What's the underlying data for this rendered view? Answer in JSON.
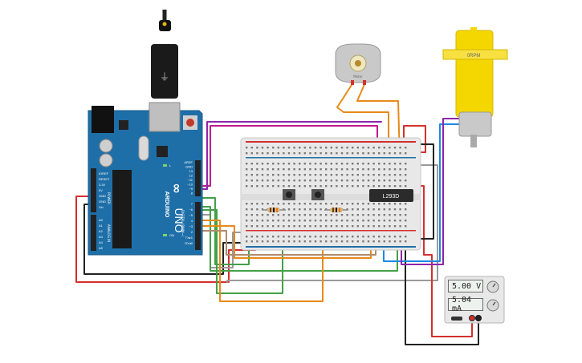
{
  "arduino": {
    "logo_text": "ARDUINO",
    "model": "UNO",
    "power_header_label": "POWER",
    "analog_header_label": "ANALOG IN",
    "digital_header_label": "DIGITAL (PWM~)",
    "power_pins": [
      "IOREF",
      "RESET",
      "3.3V",
      "5V",
      "GND",
      "GND",
      "Vin"
    ],
    "analog_pins": [
      "A0",
      "A1",
      "A2",
      "A3",
      "A4",
      "A5"
    ],
    "digital_pins_top": [
      "AREF",
      "GND",
      "13",
      "12",
      "~11",
      "~10",
      "~9",
      "8"
    ],
    "digital_pins_bottom": [
      "7",
      "~6",
      "~5",
      "4",
      "~3",
      "2",
      "TX▸1",
      "RX◂0"
    ],
    "on_label": "ON",
    "tx_label": "TX",
    "rx_label": "RX",
    "l_label": "L"
  },
  "breadboard": {
    "ic_label": "L293D"
  },
  "dc_motor": {
    "label": "Motor"
  },
  "gear_motor": {
    "rpm_label": "0RPM"
  },
  "power_supply": {
    "voltage_display": "5.00 V",
    "current_display": "5.04 mA"
  },
  "colors": {
    "board_blue": "#1e6fa8",
    "breadboard": "#e8e8e8",
    "motor_yellow": "#f4d600",
    "wire_red": "#d32f2f",
    "wire_orange": "#e68a1a",
    "wire_green": "#43a047",
    "wire_purple": "#8e24aa",
    "wire_magenta": "#c2188f",
    "wire_blue": "#1e88e5",
    "wire_grey": "#9a9a9a",
    "wire_black": "#222222"
  }
}
